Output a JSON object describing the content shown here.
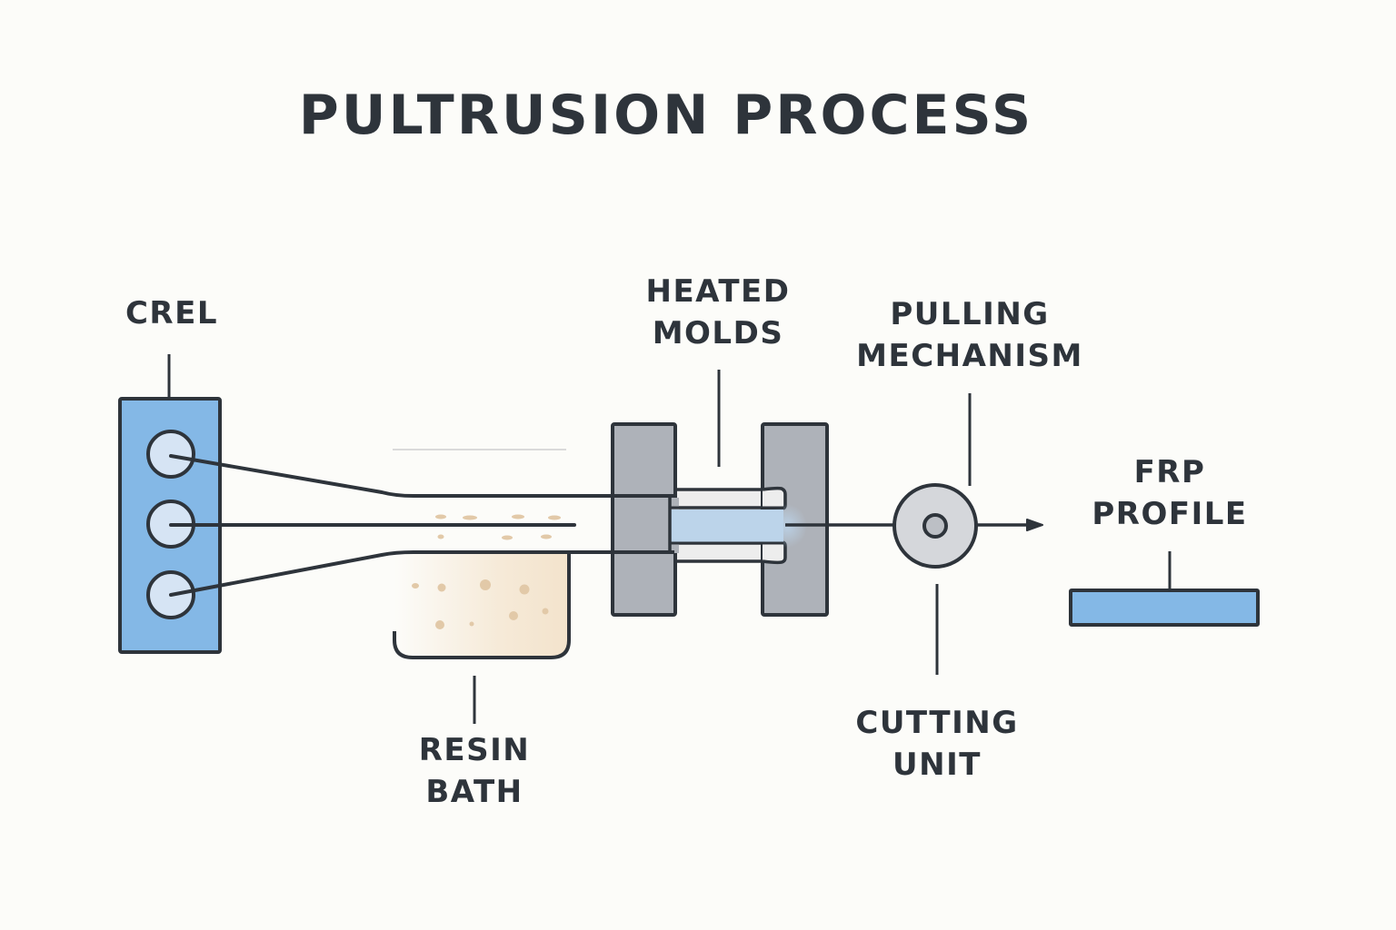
{
  "title": "PULTRUSION PROCESS",
  "components": {
    "creel": {
      "label_lines": [
        "CREL"
      ]
    },
    "resin_bath": {
      "label_lines": [
        "RESIN",
        "BATH"
      ]
    },
    "heated_molds": {
      "label_lines": [
        "HEATED",
        "MOLDS"
      ]
    },
    "pulling_mechanism": {
      "label_lines": [
        "PULLING",
        "MECHANISM"
      ]
    },
    "cutting_unit": {
      "label_lines": [
        "CUTTING",
        "UNIT"
      ]
    },
    "frp_profile": {
      "label_lines": [
        "FRP",
        "PROFILE"
      ]
    }
  },
  "colors": {
    "background": "#fcfcf9",
    "ink": "#2e343b",
    "creel_fill": "#84b8e6",
    "spool_fill": "#d6e4f4",
    "resin_fill": "#f3e3cc",
    "resin_dots": "#e2c9a8",
    "mold_fill": "#aeb2b9",
    "channel_fill": "#ededed",
    "core_fill": "#bcd4ea",
    "puller_fill": "#d5d7db",
    "profile_fill": "#84b8e6"
  }
}
